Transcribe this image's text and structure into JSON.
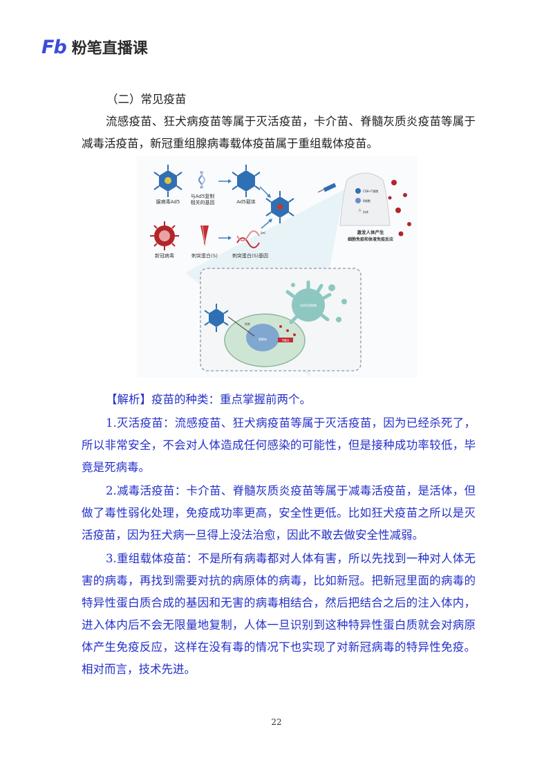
{
  "header": {
    "logo": "Fb",
    "brand": "粉笔直播课"
  },
  "section_title": "（二）常见疫苗",
  "intro": "流感疫苗、狂犬病疫苗等属于灭活疫苗，卡介苗、脊髓灰质炎疫苗等属于减毒活疫苗，新冠重组腺病毒载体疫苗属于重组载体疫苗。",
  "figure": {
    "labels": {
      "adenovirus": "腺病毒Ad5",
      "gene_copy": "与Ad5复制\n相关的基因",
      "vector": "Ad5载体",
      "covid": "新冠病毒",
      "spike": "刺突蛋白(S)",
      "spike_gene": "刺突蛋白(S)基因",
      "response": "激发人体产生\n细胞免疫和体液免疫反应",
      "cd8": "CD8+T细胞",
      "bcell": "B细胞",
      "antibody": "抗体",
      "cell": "细胞",
      "nucleus": "细胞核",
      "spike_protein": "S蛋白",
      "apc": "抗原呈递细胞"
    }
  },
  "analysis": {
    "heading": "【解析】疫苗的种类：重点掌握前两个。",
    "items": [
      "1.灭活疫苗：流感疫苗、狂犬病疫苗等属于灭活疫苗，因为已经杀死了，所以非常安全，不会对人体造成任何感染的可能性，但是接种成功率较低，毕竟是死病毒。",
      "2.减毒活疫苗：卡介苗、脊髓灰质炎疫苗等属于减毒活疫苗，是活体，但做了毒性弱化处理，免疫成功率更高，安全性更低。比如狂犬疫苗之所以是灭活疫苗，因为狂犬病一旦得上没法治愈，因此不敢去做安全性减弱。",
      "3.重组载体疫苗：不是所有病毒都对人体有害，所以先找到一种对人体无害的病毒，再找到需要对抗的病原体的病毒，比如新冠。把新冠里面的病毒的特异性蛋白质合成的基因和无害的病毒相结合，然后把结合之后的注入体内，进入体内后不会无限量地复制，人体一旦识别到这种特异性蛋白质就会对病原体产生免疫反应，这样在没有毒的情况下也实现了对新冠病毒的特异性免疫。相对而言，技术先进。"
    ]
  },
  "page_number": "22",
  "colors": {
    "brand": "#3b4cd9",
    "analysis_text": "#2430c8",
    "virus_blue": "#2f6fb3",
    "covid_red": "#b3242b",
    "cell_green": "#cfe5d4"
  }
}
